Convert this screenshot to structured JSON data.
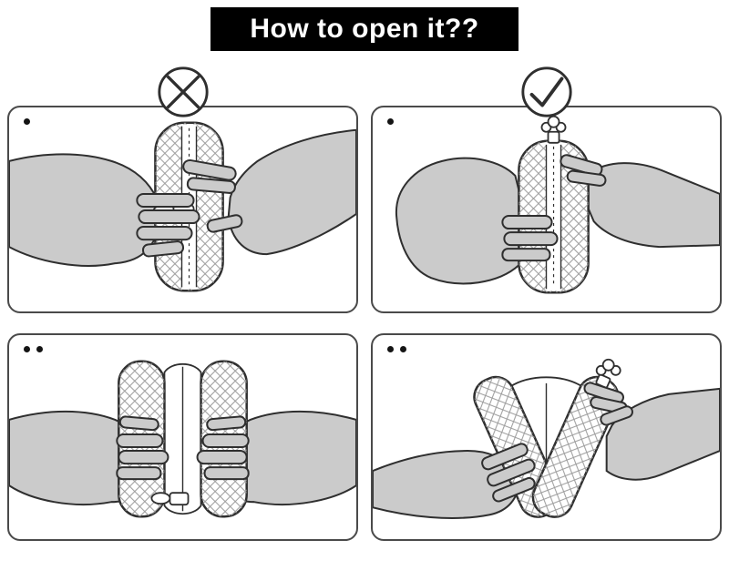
{
  "header": {
    "title": "How to open it??"
  },
  "icons": {
    "wrong_badge": "cross-icon",
    "right_badge": "check-icon",
    "step_marker": "dot"
  },
  "colors": {
    "header_bg": "#000000",
    "header_text": "#ffffff",
    "panel_border": "#4a4a4a",
    "line": "#2f2f2f",
    "hand": "#cbcbcb",
    "hatch": "#9a9a9a"
  },
  "panels": [
    {
      "name": "wrong-way-hold",
      "badge": "cross",
      "dots": 1
    },
    {
      "name": "right-way-hold",
      "badge": "check",
      "dots": 1
    },
    {
      "name": "wrong-way-open",
      "badge": null,
      "dots": 2
    },
    {
      "name": "right-way-open",
      "badge": null,
      "dots": 2
    }
  ]
}
